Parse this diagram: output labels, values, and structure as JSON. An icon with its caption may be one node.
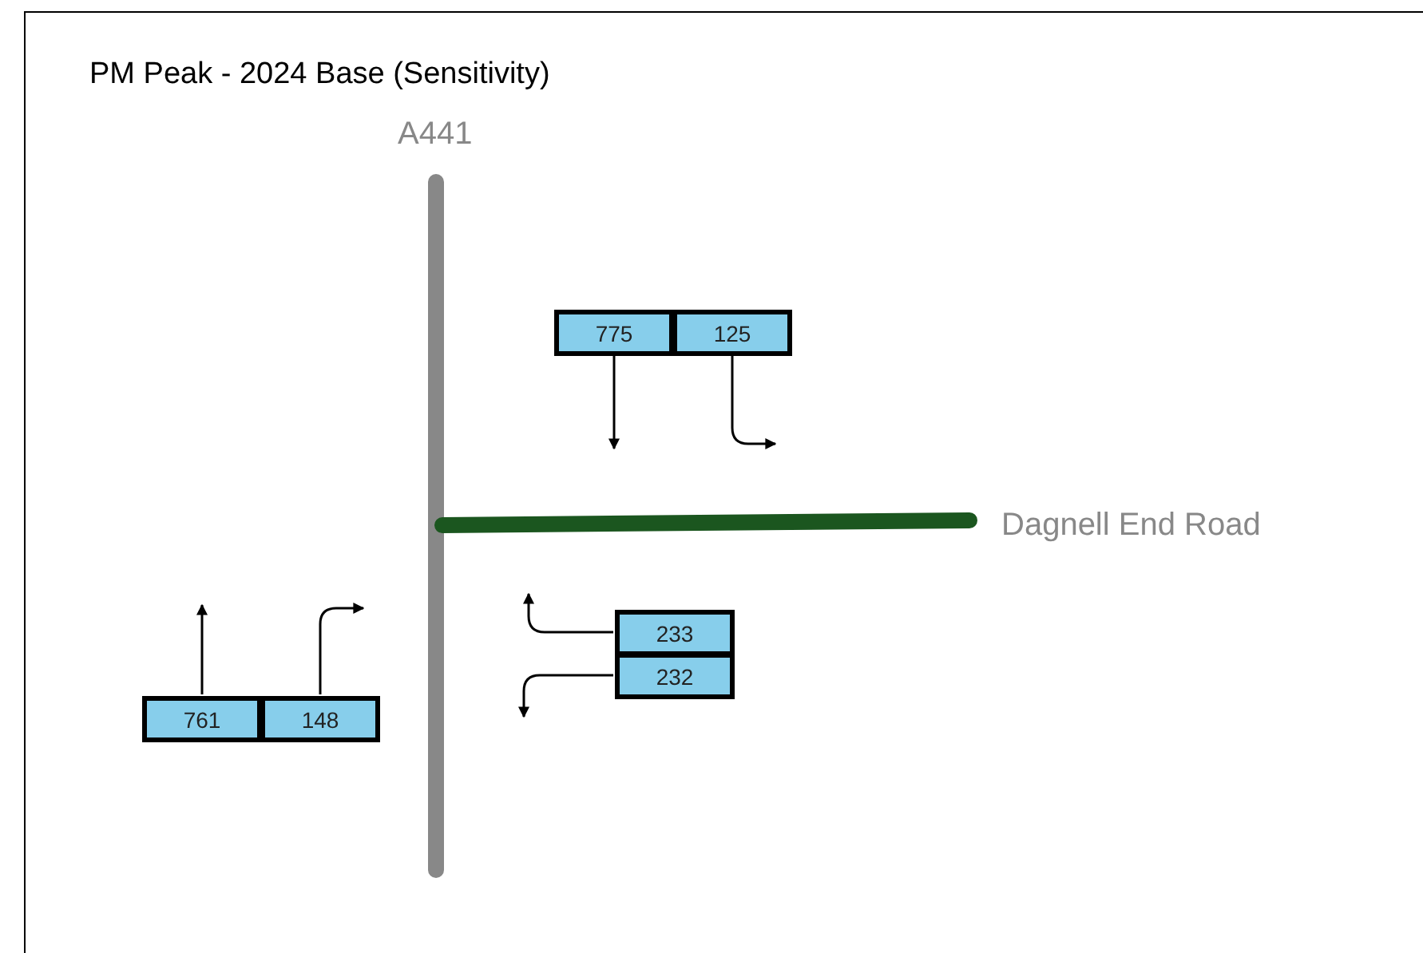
{
  "diagram": {
    "title": "PM Peak - 2024 Base (Sensitivity)",
    "nodes": [
      {
        "text": [
          "775"
        ]
      },
      {
        "text": [
          "125"
        ]
      },
      {
        "text": [
          "233"
        ]
      },
      {
        "text": [
          "232"
        ]
      },
      {
        "text": [
          "761"
        ]
      },
      {
        "text": [
          "148"
        ]
      }
    ],
    "edges": [
      {
        "from": 0,
        "to": null,
        "arrow": "to"
      },
      {
        "from": 1,
        "to": null,
        "arrow": "to"
      },
      {
        "from": 2,
        "to": null,
        "arrow": "to"
      },
      {
        "from": 3,
        "to": null,
        "arrow": "to"
      },
      {
        "from": 4,
        "to": null,
        "arrow": "to"
      },
      {
        "from": 5,
        "to": null,
        "arrow": "to"
      }
    ],
    "labels": [
      "A441",
      "Dagnell End Road"
    ]
  }
}
